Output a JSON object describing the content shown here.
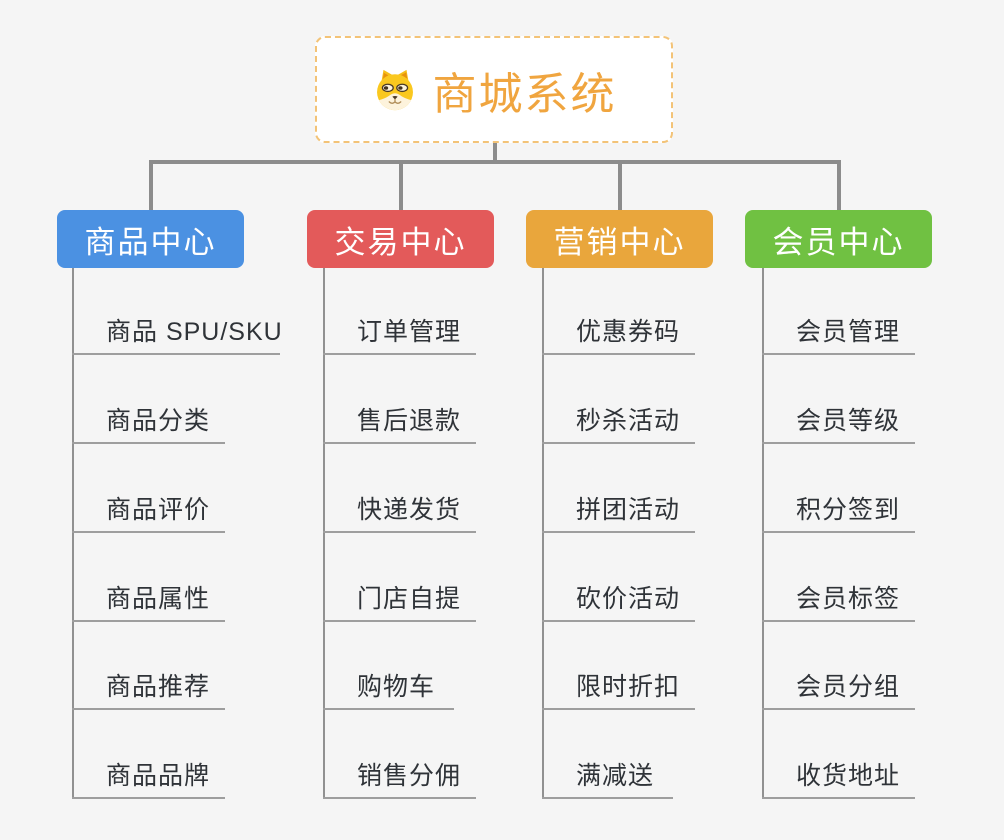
{
  "root": {
    "title": "商城系统",
    "icon": "dog-face-icon",
    "text_color": "#f0a53f",
    "border_color": "#f3c377",
    "bg": "#ffffff"
  },
  "connectors": {
    "color": "#8c8c8c"
  },
  "branches": [
    {
      "label": "商品中心",
      "color": "#4b91e2",
      "children": [
        "商品 SPU/SKU",
        "商品分类",
        "商品评价",
        "商品属性",
        "商品推荐",
        "商品品牌"
      ]
    },
    {
      "label": "交易中心",
      "color": "#e35a5a",
      "children": [
        "订单管理",
        "售后退款",
        "快递发货",
        "门店自提",
        "购物车",
        "销售分佣"
      ]
    },
    {
      "label": "营销中心",
      "color": "#e9a63c",
      "children": [
        "优惠券码",
        "秒杀活动",
        "拼团活动",
        "砍价活动",
        "限时折扣",
        "满减送"
      ]
    },
    {
      "label": "会员中心",
      "color": "#70c142",
      "children": [
        "会员管理",
        "会员等级",
        "积分签到",
        "会员标签",
        "会员分组",
        "收货地址"
      ]
    }
  ]
}
